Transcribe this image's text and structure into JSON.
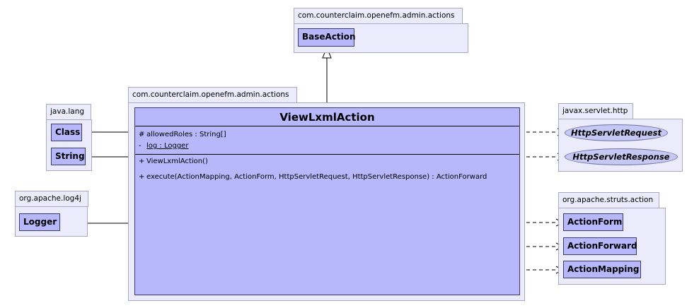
{
  "packages": {
    "admin_actions_parent": "com.counterclaim.openefm.admin.actions",
    "admin_actions_main": "com.counterclaim.openefm.admin.actions",
    "java_lang": "java.lang",
    "log4j": "org.apache.log4j",
    "servlet_http": "javax.servlet.http",
    "struts_action": "org.apache.struts.action"
  },
  "classes": {
    "base_action": "BaseAction",
    "class": "Class",
    "string": "String",
    "logger": "Logger",
    "action_form": "ActionForm",
    "action_forward": "ActionForward",
    "action_mapping": "ActionMapping"
  },
  "interfaces": {
    "http_request": "HttpServletRequest",
    "http_response": "HttpServletResponse"
  },
  "main_class": {
    "name": "ViewLxmlAction",
    "attributes": [
      {
        "visibility": "#",
        "text": "allowedRoles : String[]"
      },
      {
        "visibility": "-",
        "text": "log : Logger"
      }
    ],
    "operations": [
      {
        "visibility": "+",
        "text": "ViewLxmlAction()"
      },
      {
        "visibility": "+",
        "text": "execute(ActionMapping, ActionForm, HttpServletRequest, HttpServletResponse) : ActionForward"
      }
    ]
  },
  "colors": {
    "class_fill": "#b6b8fb",
    "package_fill": "#ecebfb",
    "interface_fill": "#c6c8f4"
  }
}
